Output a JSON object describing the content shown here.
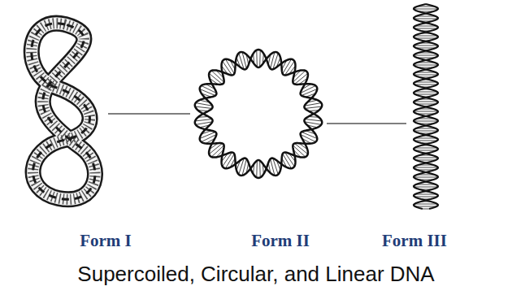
{
  "diagram": {
    "caption": "Supercoiled, Circular, and Linear DNA",
    "nodes": [
      {
        "text": [
          "Form I"
        ]
      },
      {
        "text": [
          "Form II"
        ]
      },
      {
        "text": [
          "Form III"
        ]
      }
    ],
    "edges": [
      {
        "from": 0,
        "to": 1,
        "arrow": "none"
      },
      {
        "from": 1,
        "to": 2,
        "arrow": "none"
      }
    ]
  }
}
